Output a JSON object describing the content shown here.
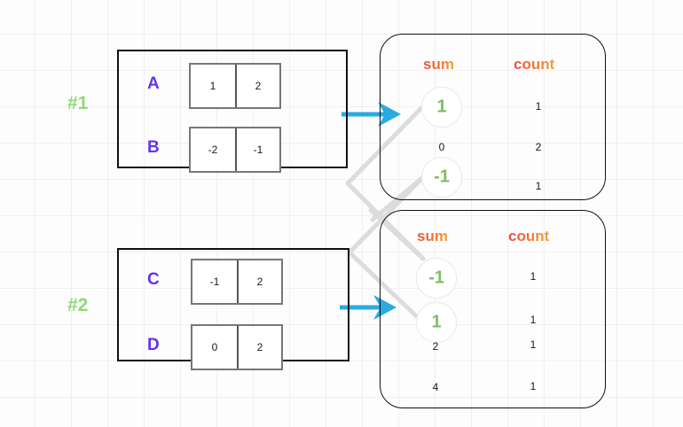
{
  "diagram": {
    "title": "partial aggregation merge diagram",
    "colors": {
      "grid": "#f0f0f2",
      "group_label": "#90d976",
      "row_letter": "#6633ee",
      "header_gradient_start": "#ef4b36",
      "header_gradient_end": "#f0a93a",
      "highlight_value": "#7cc063",
      "arrow": "#29abe2",
      "connector": "#dcdcdc",
      "box_border": "#111111",
      "cell_border": "#777777"
    },
    "groups": [
      {
        "label": "#1",
        "rows": [
          {
            "letter": "A",
            "cells": [
              "1",
              "2"
            ]
          },
          {
            "letter": "B",
            "cells": [
              "-2",
              "-1"
            ]
          }
        ],
        "arrow_icon": "arrow-right-icon"
      },
      {
        "label": "#2",
        "rows": [
          {
            "letter": "C",
            "cells": [
              "-1",
              "2"
            ]
          },
          {
            "letter": "D",
            "cells": [
              "0",
              "2"
            ]
          }
        ],
        "arrow_icon": "arrow-right-icon"
      }
    ],
    "results": [
      {
        "headers": {
          "sum": "sum",
          "count": "count"
        },
        "rows": [
          {
            "sum": "1",
            "count": "1",
            "highlight": true
          },
          {
            "sum": "0",
            "count": "2",
            "highlight": false
          },
          {
            "sum": "-1",
            "count": "1",
            "highlight": true
          }
        ]
      },
      {
        "headers": {
          "sum": "sum",
          "count": "count"
        },
        "rows": [
          {
            "sum": "-1",
            "count": "1",
            "highlight": true
          },
          {
            "sum": "1",
            "count": "1",
            "highlight": true
          },
          {
            "sum": "2",
            "count": "1",
            "highlight": false
          },
          {
            "sum": "4",
            "count": "1",
            "highlight": false
          }
        ]
      }
    ],
    "connectors": [
      {
        "from": "result-1-row-1-sum",
        "to": "result-2-row-2-sum"
      },
      {
        "from": "result-1-row-3-sum",
        "to": "result-2-row-1-sum"
      }
    ]
  }
}
